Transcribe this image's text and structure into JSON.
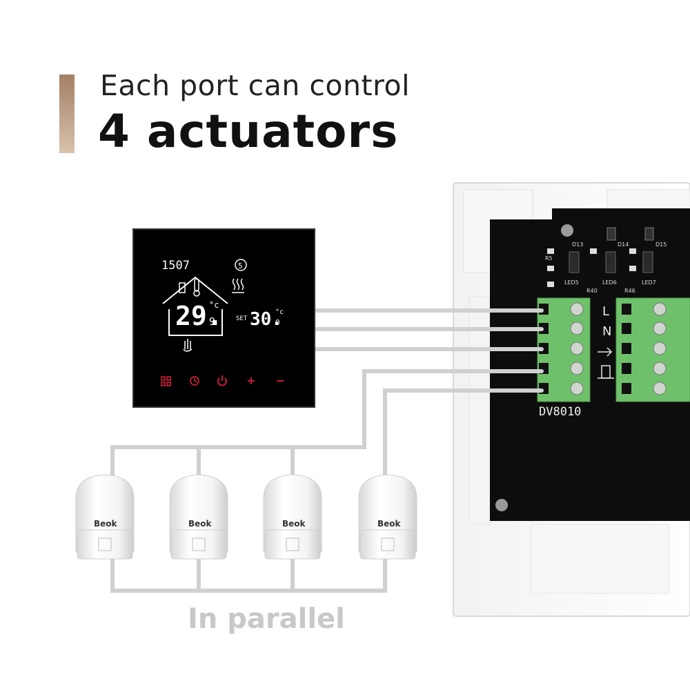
{
  "heading": {
    "line1": "Each port can control",
    "line2": "4 actuators"
  },
  "caption": "In parallel",
  "thermostat": {
    "clock": "1507",
    "day": "5",
    "room_temp": "29.",
    "room_temp_decimal": "9",
    "room_unit": "°c",
    "set_label": "SET",
    "set_temp": "30.",
    "set_temp_decimal": "0",
    "set_unit": "°c",
    "buttons": [
      "menu-icon",
      "clock-icon",
      "power-icon",
      "plus-icon",
      "minus-icon"
    ],
    "button_color": "#e0203a"
  },
  "terminal_block": {
    "model": "DV8010",
    "labels": [
      "L",
      "N"
    ]
  },
  "pcb_marks": [
    "D13",
    "D14",
    "D15",
    "LED5",
    "LED6",
    "LED7",
    "R40",
    "R46",
    "R5"
  ],
  "actuators": [
    {
      "brand": "Beok"
    },
    {
      "brand": "Beok"
    },
    {
      "brand": "Beok"
    },
    {
      "brand": "Beok"
    }
  ]
}
